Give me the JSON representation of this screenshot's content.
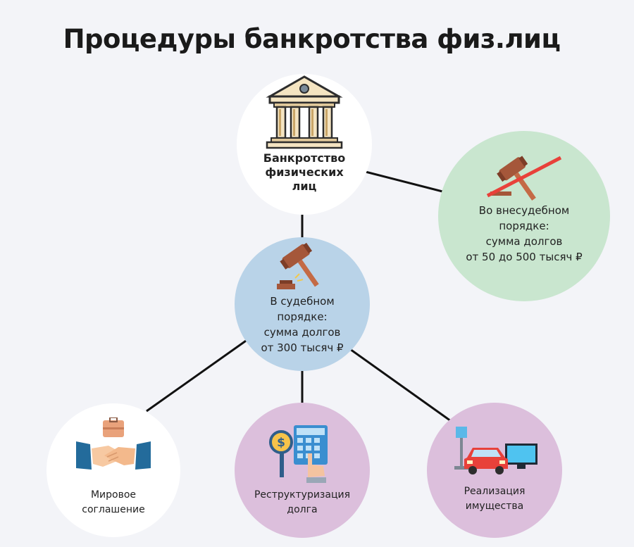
{
  "title": "Процедуры банкротства физ.лиц",
  "colors": {
    "background": "#f3f4f8",
    "white_node": "#ffffff",
    "green_node": "#c9e6cf",
    "blue_node": "#b9d3e8",
    "purple_node": "#dcbfdc",
    "connector": "#111111"
  },
  "nodes": {
    "root": {
      "label": "Банкротство\nфизических\nлиц",
      "icon": "courthouse-icon"
    },
    "out_of_court": {
      "label": "Во внесудебном\nпорядке:\nсумма долгов\nот 50 до 500 тысяч ₽",
      "icon": "crossed-gavel-icon"
    },
    "court": {
      "label": "В судебном\nпорядке:\nсумма долгов\nот 300 тысяч ₽",
      "icon": "gavel-icon"
    },
    "settlement": {
      "label": "Мировое\nсоглашение",
      "icon": "handshake-icon"
    },
    "restructuring": {
      "label": "Реструктуризация\nдолга",
      "icon": "calculator-icon"
    },
    "sale": {
      "label": "Реализация\nимущества",
      "icon": "car-monitor-icon"
    }
  }
}
